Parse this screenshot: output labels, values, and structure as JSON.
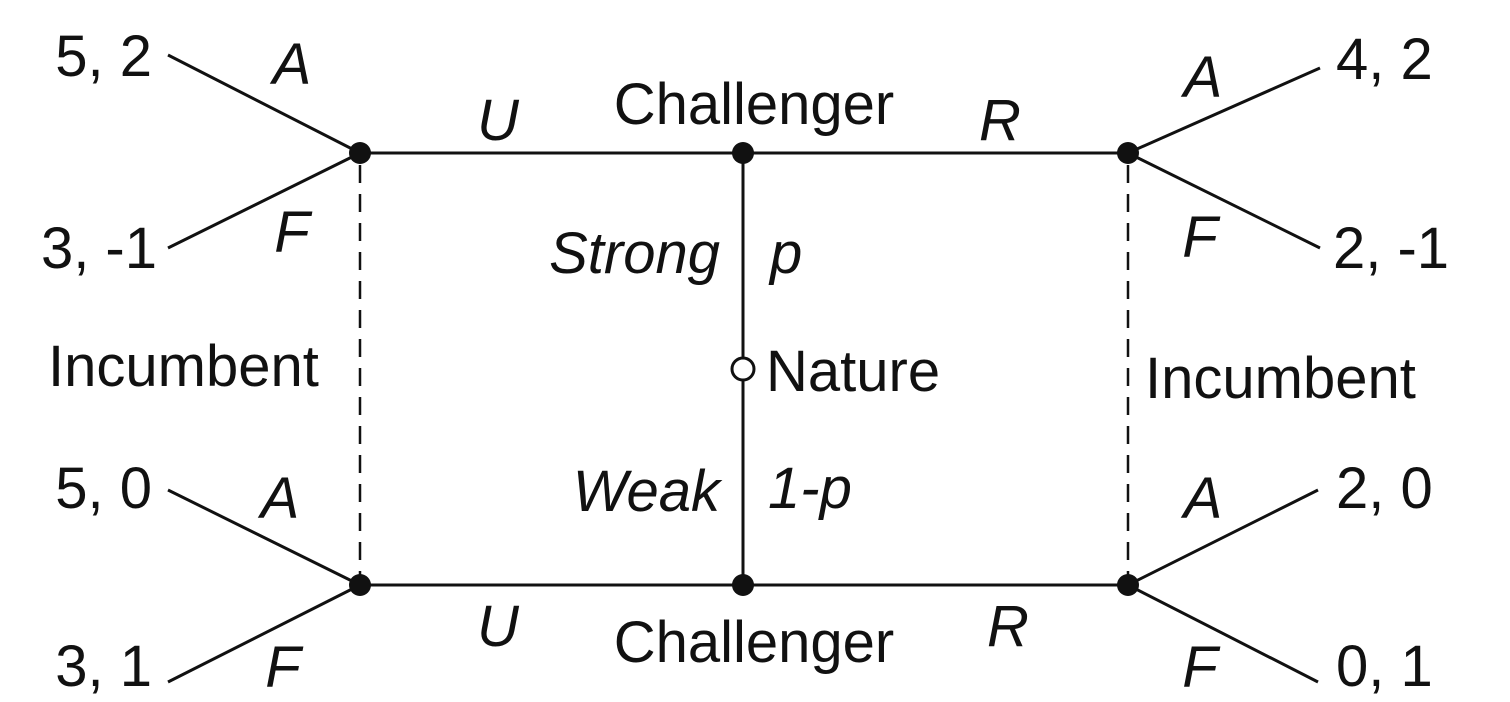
{
  "nodes": {
    "challenger_top": "Challenger",
    "challenger_bottom": "Challenger",
    "nature": "Nature",
    "incumbent_left": "Incumbent",
    "incumbent_right": "Incumbent"
  },
  "moves": {
    "top_left": "U",
    "top_right": "R",
    "bottom_left": "U",
    "bottom_right": "R",
    "nature_up": "Strong",
    "nature_up_prob": "p",
    "nature_down": "Weak",
    "nature_down_prob": "1-p",
    "ul_accept": "A",
    "ul_fight": "F",
    "ur_accept": "A",
    "ur_fight": "F",
    "ll_accept": "A",
    "ll_fight": "F",
    "lr_accept": "A",
    "lr_fight": "F"
  },
  "payoffs": {
    "ul_accept": "5, 2",
    "ul_fight": "3, -1",
    "ur_accept": "4, 2",
    "ur_fight": "2, -1",
    "ll_accept": "5, 0",
    "ll_fight": "3, 1",
    "lr_accept": "2, 0",
    "lr_fight": "0, 1"
  }
}
